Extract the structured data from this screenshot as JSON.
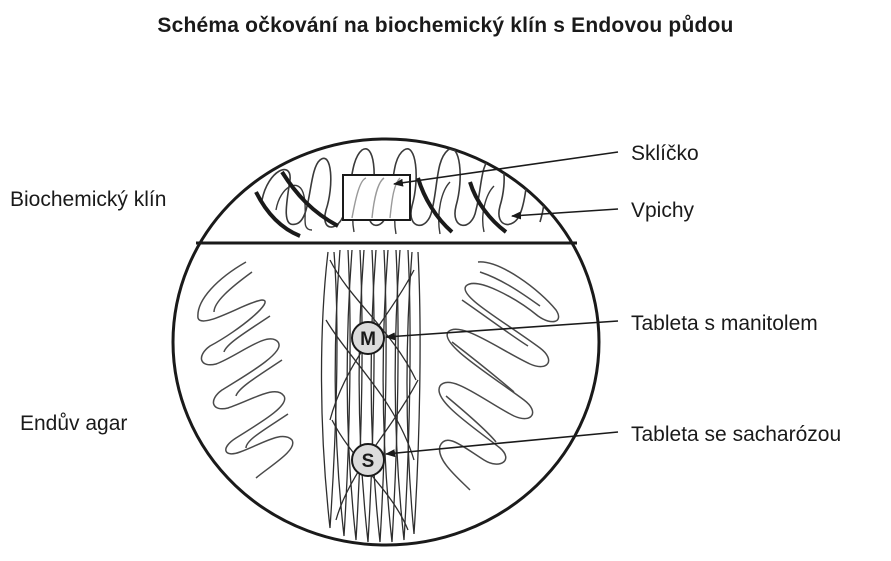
{
  "title": "Schéma očkování na biochemický klín s Endovou půdou",
  "labels": {
    "biochem_wedge": "Biochemický klín",
    "endo_agar": "Endův agar",
    "slide": "Sklíčko",
    "punctures": "Vpichy",
    "tablet_mannitol": "Tableta s manitolem",
    "tablet_sucrose": "Tableta se sacharózou"
  },
  "tablets": {
    "mannitol_letter": "M",
    "sucrose_letter": "S"
  },
  "colors": {
    "outline": "#1a1a1a",
    "streak_dark": "#3a3a3a",
    "streak_light": "#8c8c8c",
    "tablet_fill": "#dcdcdc"
  }
}
